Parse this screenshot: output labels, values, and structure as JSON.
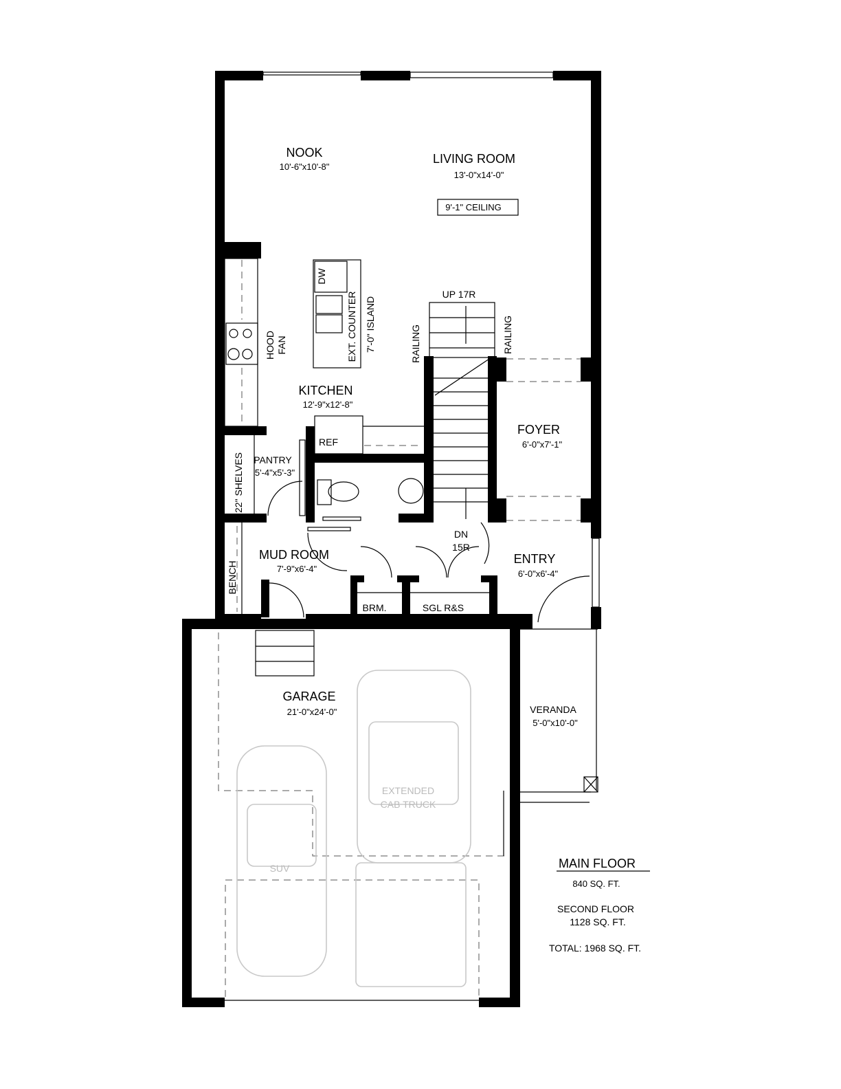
{
  "rooms": {
    "nook": {
      "name": "NOOK",
      "dim": "10'-6\"x10'-8\""
    },
    "living": {
      "name": "LIVING ROOM",
      "dim": "13'-0\"x14'-0\"",
      "ceiling": "9'-1\" CEILING"
    },
    "kitchen": {
      "name": "KITCHEN",
      "dim": "12'-9\"x12'-8\""
    },
    "pantry": {
      "name": "PANTRY",
      "dim": "5'-4\"x5'-3\""
    },
    "foyer": {
      "name": "FOYER",
      "dim": "6'-0\"x7'-1\""
    },
    "mudroom": {
      "name": "MUD ROOM",
      "dim": "7'-9\"x6'-4\""
    },
    "entry": {
      "name": "ENTRY",
      "dim": "6'-0\"x6'-4\""
    },
    "garage": {
      "name": "GARAGE",
      "dim": "21'-0\"x24'-0\""
    },
    "veranda": {
      "name": "VERANDA",
      "dim": "5'-0\"x10'-0\""
    }
  },
  "fixtures": {
    "dw": "DW",
    "ext_counter": "EXT. COUNTER",
    "island": "7'-0\" ISLAND",
    "hood": "HOOD",
    "fan": "FAN",
    "ref": "REF",
    "shelves": "22\" SHELVES",
    "bench": "BENCH",
    "brm": "BRM.",
    "sgl": "SGL R&S",
    "up": "UP 17R",
    "dn": "DN",
    "dn_r": "15R",
    "railing": "RAILING",
    "truck1": "EXTENDED",
    "truck2": "CAB TRUCK",
    "suv": "SUV"
  },
  "summary": {
    "title": "MAIN FLOOR",
    "main_area": "840 SQ. FT.",
    "second_label": "SECOND FLOOR",
    "second_area": "1128 SQ. FT.",
    "total": "TOTAL: 1968 SQ. FT."
  }
}
